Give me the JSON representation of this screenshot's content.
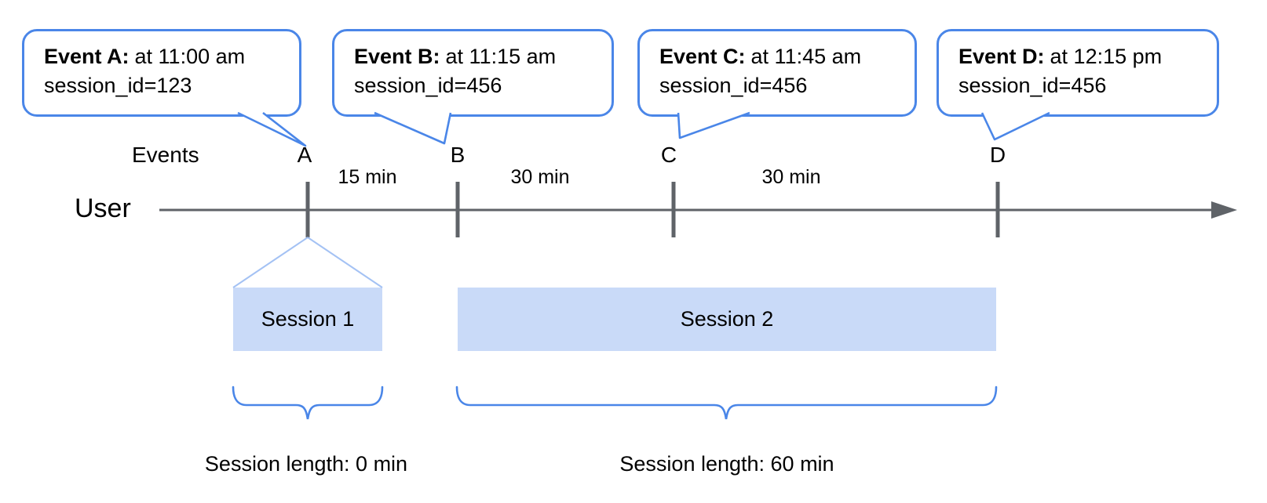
{
  "colors": {
    "accent": "#4a86e8",
    "funnel": "#a4c2f4",
    "session-fill": "#c9daf8",
    "timeline": "#5f6368",
    "text": "#000000"
  },
  "labels": {
    "events_axis": "Events",
    "user": "User"
  },
  "callouts": [
    {
      "label": "Event A:",
      "time": "at 11:00 am",
      "session": "session_id=123"
    },
    {
      "label": "Event B:",
      "time": "at 11:15 am",
      "session": "session_id=456"
    },
    {
      "label": "Event C:",
      "time": "at 11:45 am",
      "session": "session_id=456"
    },
    {
      "label": "Event D:",
      "time": "at 12:15 pm",
      "session": "session_id=456"
    }
  ],
  "markers": [
    "A",
    "B",
    "C",
    "D"
  ],
  "intervals": [
    "15 min",
    "30 min",
    "30 min"
  ],
  "sessions": [
    {
      "label": "Session 1",
      "length": "Session length: 0 min"
    },
    {
      "label": "Session 2",
      "length": "Session length: 60 min"
    }
  ]
}
